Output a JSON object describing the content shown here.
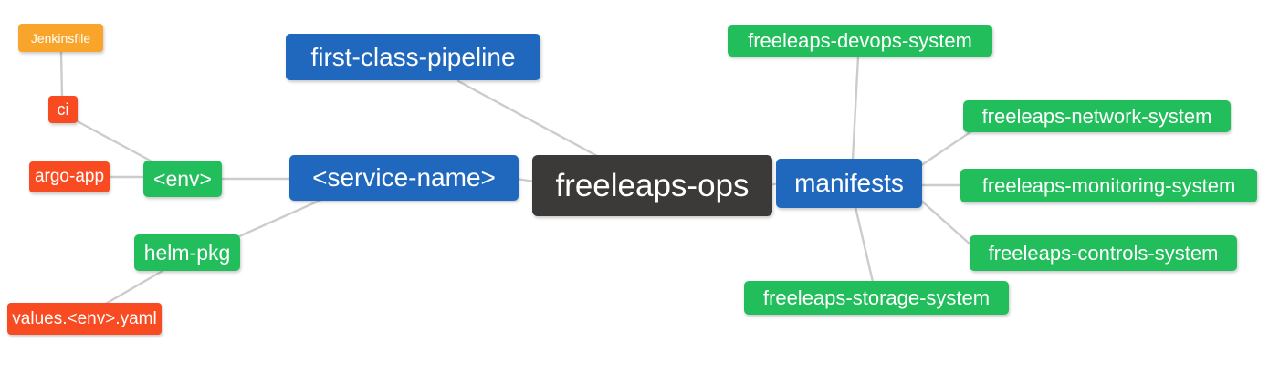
{
  "diagram": {
    "type": "mindmap",
    "root_label": "freeleaps-ops",
    "palette": {
      "blue": "#2068BE",
      "green": "#21BE5B",
      "red": "#F94B22",
      "amber": "#F9A42A",
      "dark": "#3B3A38",
      "edge_line": "#CCCCCC",
      "node_text": "#FFFFFF",
      "background": "#FFFFFF"
    },
    "nodes": [
      {
        "id": "jenkinsfile",
        "label": "Jenkinsfile",
        "color": "amber"
      },
      {
        "id": "ci",
        "label": "ci",
        "color": "red"
      },
      {
        "id": "argo-app",
        "label": "argo-app",
        "color": "red"
      },
      {
        "id": "env",
        "label": "<env>",
        "color": "green"
      },
      {
        "id": "helm-pkg",
        "label": "helm-pkg",
        "color": "green"
      },
      {
        "id": "values-env-yaml",
        "label": "values.<env>.yaml",
        "color": "red"
      },
      {
        "id": "first-class-pipeline",
        "label": "first-class-pipeline",
        "color": "blue"
      },
      {
        "id": "service-name",
        "label": "<service-name>",
        "color": "blue"
      },
      {
        "id": "freeleaps-ops",
        "label": "freeleaps-ops",
        "color": "dark"
      },
      {
        "id": "manifests",
        "label": "manifests",
        "color": "blue"
      },
      {
        "id": "freeleaps-devops-system",
        "label": "freeleaps-devops-system",
        "color": "green"
      },
      {
        "id": "freeleaps-network-system",
        "label": "freeleaps-network-system",
        "color": "green"
      },
      {
        "id": "freeleaps-monitoring-system",
        "label": "freeleaps-monitoring-system",
        "color": "green"
      },
      {
        "id": "freeleaps-controls-system",
        "label": "freeleaps-controls-system",
        "color": "green"
      },
      {
        "id": "freeleaps-storage-system",
        "label": "freeleaps-storage-system",
        "color": "green"
      }
    ],
    "edges": [
      [
        "jenkinsfile",
        "ci"
      ],
      [
        "ci",
        "env"
      ],
      [
        "argo-app",
        "env"
      ],
      [
        "env",
        "service-name"
      ],
      [
        "helm-pkg",
        "service-name"
      ],
      [
        "helm-pkg",
        "values-env-yaml"
      ],
      [
        "first-class-pipeline",
        "freeleaps-ops"
      ],
      [
        "service-name",
        "freeleaps-ops"
      ],
      [
        "freeleaps-ops",
        "manifests"
      ],
      [
        "manifests",
        "freeleaps-devops-system"
      ],
      [
        "manifests",
        "freeleaps-network-system"
      ],
      [
        "manifests",
        "freeleaps-monitoring-system"
      ],
      [
        "manifests",
        "freeleaps-controls-system"
      ],
      [
        "manifests",
        "freeleaps-storage-system"
      ]
    ]
  }
}
